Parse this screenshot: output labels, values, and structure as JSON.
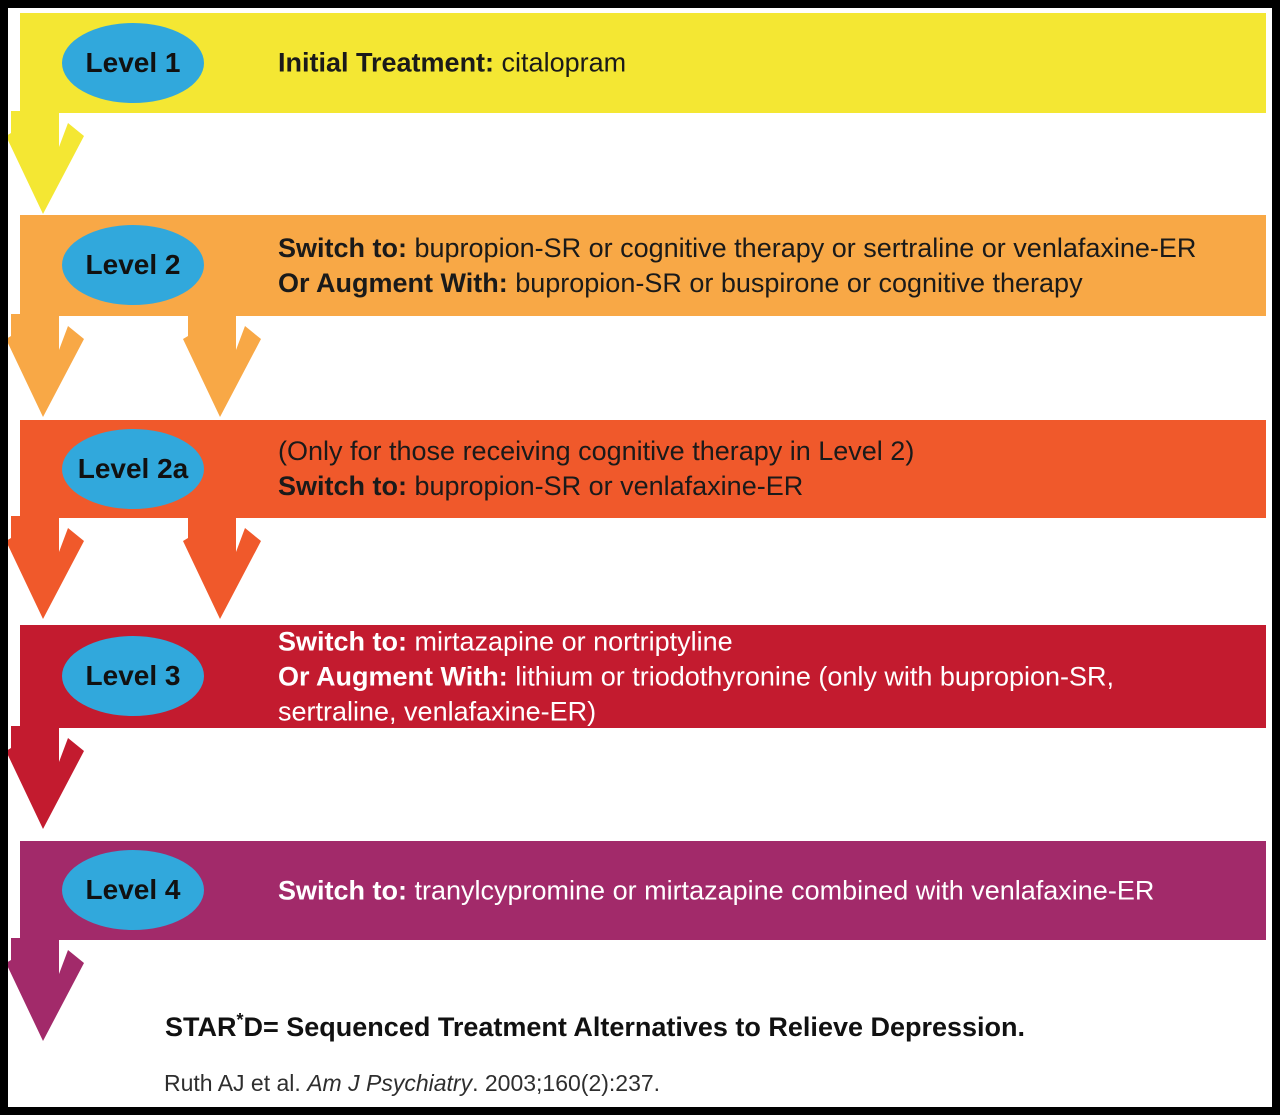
{
  "colors": {
    "ellipse_blue": "#31A8DC",
    "frame_black": "#000000",
    "background_white": "#FFFFFF"
  },
  "icons": {
    "down_arrow": "block-down-arrow"
  },
  "levels": [
    {
      "label": "Level 1",
      "band_color": "#F4E733",
      "text_color": "#1A1A1A",
      "lines": [
        {
          "bold": "Initial Treatment:",
          "rest": " citalopram"
        }
      ]
    },
    {
      "label": "Level 2",
      "band_color": "#F8A846",
      "text_color": "#1A1A1A",
      "lines": [
        {
          "bold": "Switch to:",
          "rest": " bupropion-SR or cognitive therapy or sertraline or venlafaxine-ER"
        },
        {
          "bold": "Or Augment With:",
          "rest": " bupropion-SR or buspirone or cognitive therapy"
        }
      ]
    },
    {
      "label": "Level 2a",
      "band_color": "#F0592B",
      "text_color": "#1A1A1A",
      "lines": [
        {
          "bold": "",
          "rest": "(Only for those receiving cognitive therapy in Level 2)"
        },
        {
          "bold": "Switch to:",
          "rest": " bupropion-SR or venlafaxine-ER"
        }
      ]
    },
    {
      "label": "Level 3",
      "band_color": "#C31B2F",
      "text_color": "#FFFFFF",
      "lines": [
        {
          "bold": "Switch to:",
          "rest": " mirtazapine or nortriptyline"
        },
        {
          "bold": "Or Augment With:",
          "rest": " lithium or triodothyronine (only with bupropion-SR,"
        },
        {
          "bold": "",
          "rest": "sertraline, venlafaxine-ER)"
        }
      ]
    },
    {
      "label": "Level 4",
      "band_color": "#A22A6A",
      "text_color": "#FFFFFF",
      "lines": [
        {
          "bold": "Switch to:",
          "rest": " tranylcypromine or mirtazapine combined with venlafaxine-ER"
        }
      ]
    }
  ],
  "footer": {
    "acronym_prefix": "STAR",
    "acronym_sup": "*",
    "acronym_rest": "D= Sequenced Treatment Alternatives to Relieve Depression.",
    "citation_prefix": "Ruth AJ et al. ",
    "citation_italic": "Am J Psychiatry",
    "citation_rest": ". 2003;160(2):237."
  }
}
